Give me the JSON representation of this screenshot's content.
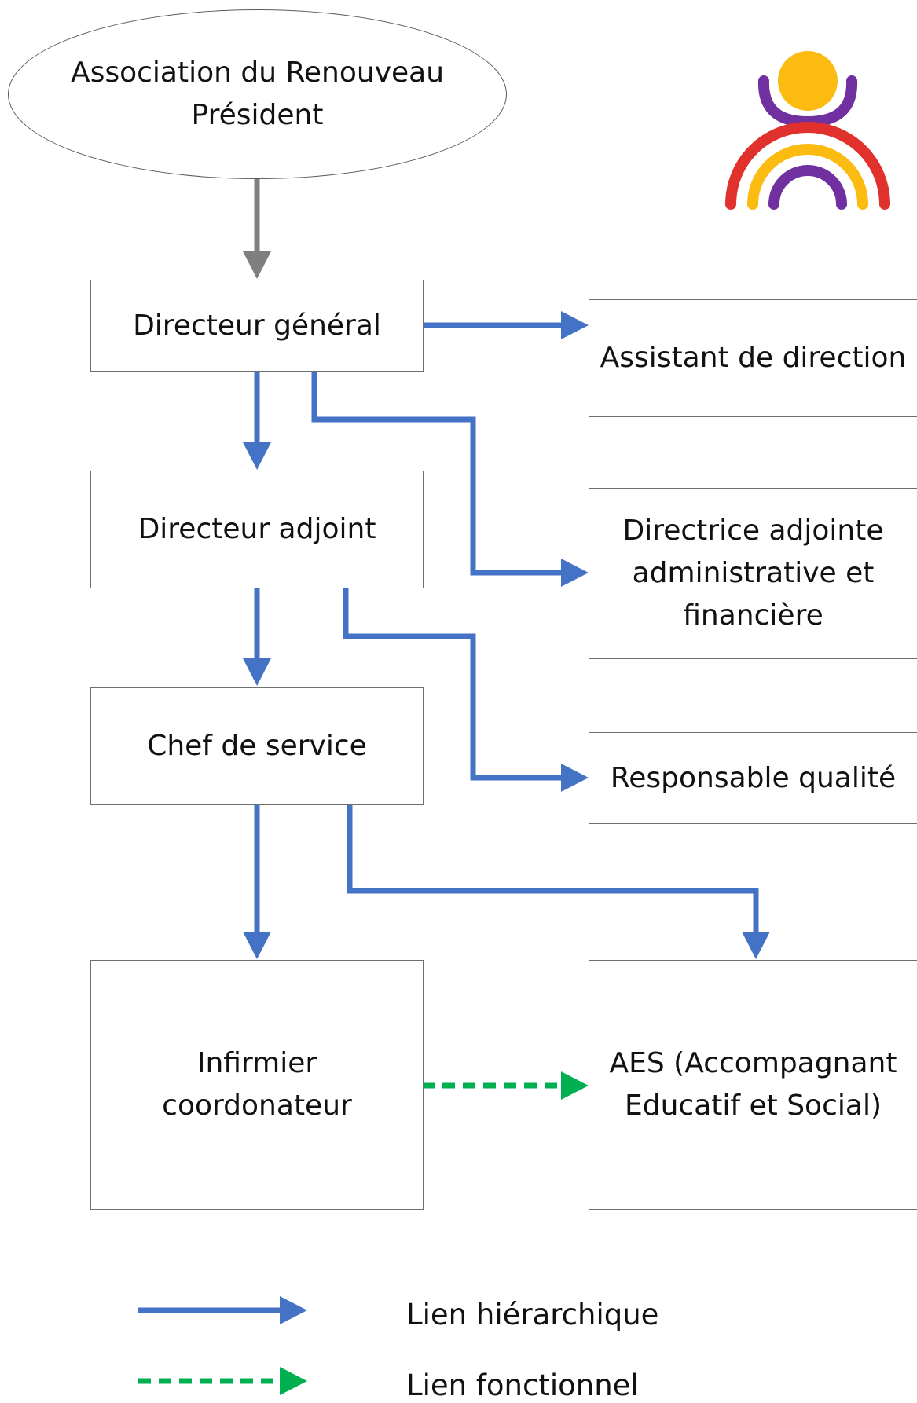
{
  "nodes": {
    "president": "Association du Renouveau\nPrésident",
    "dg": "Directeur général",
    "assistant": "Assistant de direction",
    "adjoint": "Directeur adjoint",
    "daf": "Directrice adjointe\nadministrative et\nfinancière",
    "chef": "Chef de service",
    "qualite": "Responsable qualité",
    "infirmier": "Infirmier\ncoordonateur",
    "aes": "AES (Accompagnant\nEducatif et Social)"
  },
  "legend": {
    "hierarchique": "Lien hiérarchique",
    "fonctionnel": "Lien fonctionnel"
  },
  "colors": {
    "hierarchical": "#4472c4",
    "functional": "#00b050",
    "president_link": "#7f7f7f",
    "logo_yellow": "#fbbb10",
    "logo_purple": "#7030a0",
    "logo_red": "#e0312c"
  }
}
